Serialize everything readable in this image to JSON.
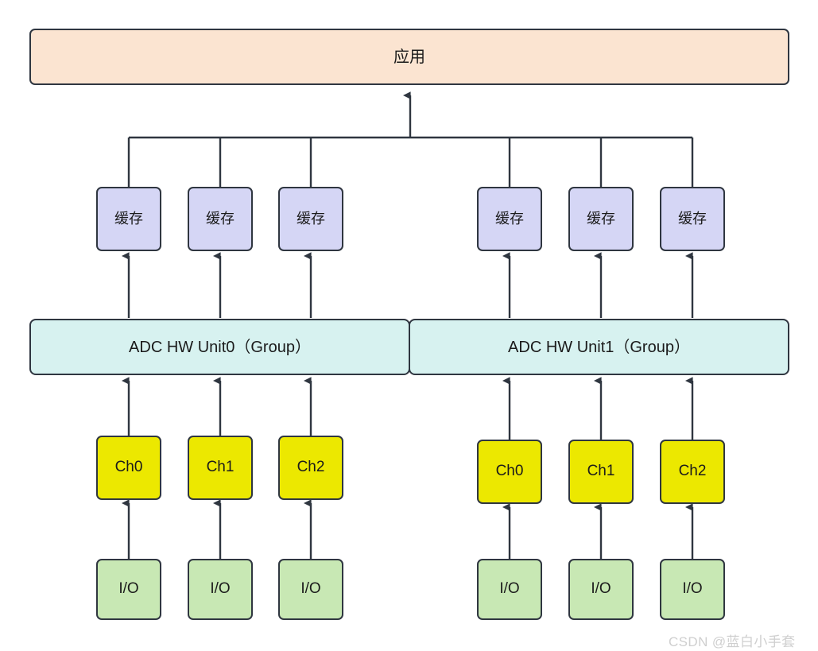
{
  "diagram": {
    "title_node": {
      "label": "应用",
      "fill": "#fbe4d1",
      "stroke": "#2f3640"
    },
    "buffers": {
      "label": "缓存",
      "fill": "#d5d6f5",
      "count": 6
    },
    "units": [
      {
        "label": "ADC HW Unit0（Group）",
        "fill": "#d7f2f0"
      },
      {
        "label": "ADC HW Unit1（Group）",
        "fill": "#d7f2f0"
      }
    ],
    "channels": {
      "fill": "#ece800",
      "labels": [
        "Ch0",
        "Ch1",
        "Ch2",
        "Ch0",
        "Ch1",
        "Ch2"
      ]
    },
    "io": {
      "label": "I/O",
      "fill": "#c8e8b4",
      "count": 6
    },
    "edge_color": "#2f3640"
  },
  "watermark": {
    "text": "CSDN @蓝白小手套",
    "color": "#cfcfcf"
  }
}
